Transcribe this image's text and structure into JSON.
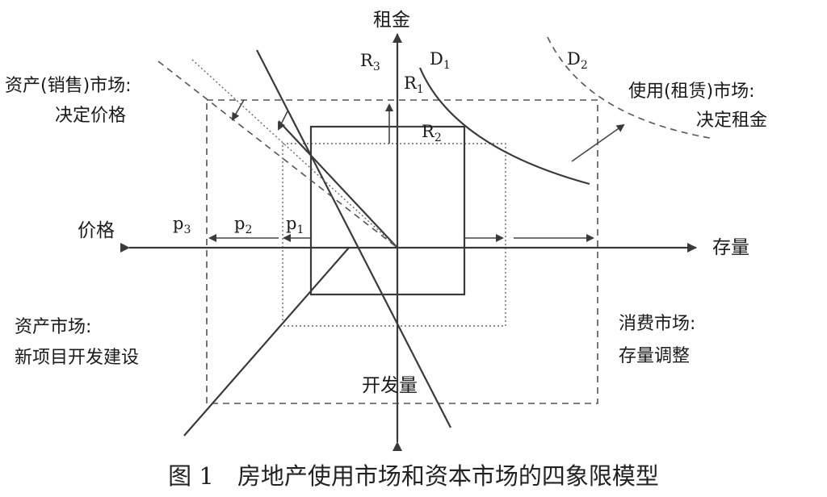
{
  "axes": {
    "rent": "租金",
    "stock": "存量",
    "price": "价格",
    "construction": "开发量"
  },
  "quadrants": {
    "asset_sales": {
      "line1": "资产(销售)市场:",
      "line2": "决定价格"
    },
    "use_rental": {
      "line1": "使用(租赁)市场:",
      "line2": "决定租金"
    },
    "asset_construction": {
      "line1": "资产市场:",
      "line2": "新项目开发建设"
    },
    "consumption": {
      "line1": "消费市场:",
      "line2": "存量调整"
    }
  },
  "symbols": {
    "r3": {
      "base": "R",
      "sub": "3"
    },
    "r1": {
      "base": "R",
      "sub": "1"
    },
    "r2": {
      "base": "R",
      "sub": "2"
    },
    "d1": {
      "base": "D",
      "sub": "1"
    },
    "d2": {
      "base": "D",
      "sub": "2"
    },
    "p3": {
      "base": "p",
      "sub": "3"
    },
    "p2": {
      "base": "p",
      "sub": "2"
    },
    "p1": {
      "base": "p",
      "sub": "1"
    }
  },
  "caption": "图 1　房地产使用市场和资本市场的四象限模型",
  "colors": {
    "ink": "#3a3a3a",
    "text": "#1a1a1a"
  }
}
